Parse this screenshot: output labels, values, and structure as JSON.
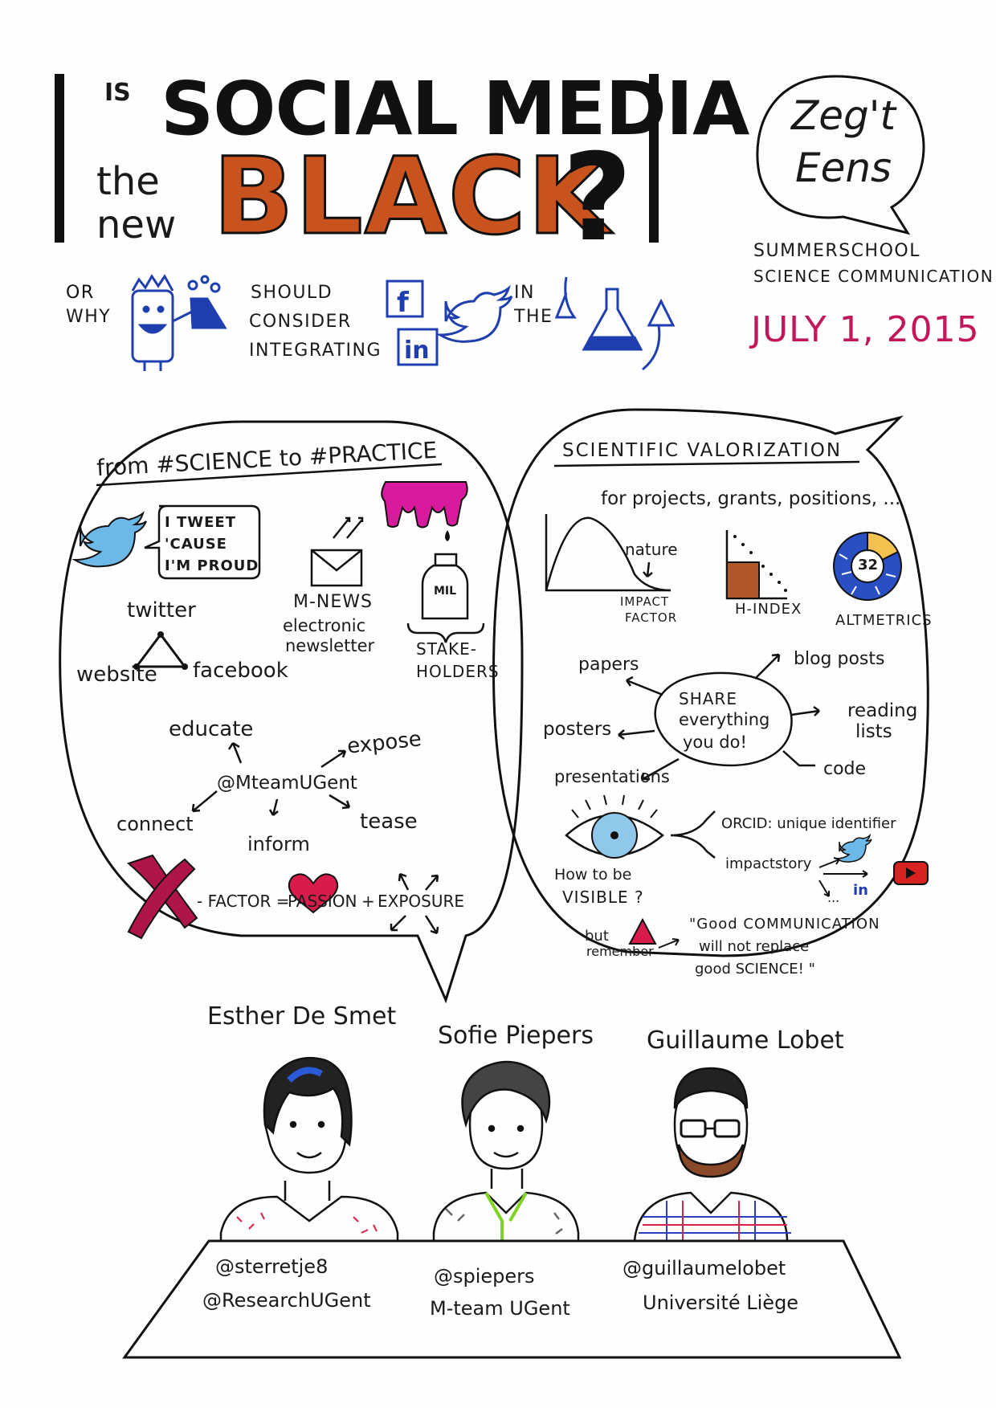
{
  "title": {
    "is": "IS",
    "social_media": "SOCIAL MEDIA",
    "the": "the",
    "new": "new",
    "black": "BLACK",
    "question": "?"
  },
  "subtitle": {
    "or": "OR",
    "why": "WHY",
    "should": "SHOULD",
    "consider": "CONSIDER",
    "integrating": "INTEGRATING",
    "in": "IN",
    "the": "THE"
  },
  "brand": {
    "logo_line1": "Zeg't",
    "logo_line2": "Eens",
    "event_line1": "SUMMERSCHOOL",
    "event_line2": "SCIENCE COMMUNICATION",
    "date": "JULY 1, 2015",
    "date_color": "#c2185b"
  },
  "left_bubble": {
    "heading": "from #SCIENCE to #PRACTICE",
    "tweet_text": [
      "I TWEET",
      "'CAUSE",
      "I'M PROUD"
    ],
    "twitter": "twitter",
    "website": "website",
    "facebook": "facebook",
    "mnews": "M-NEWS",
    "electronic": "electronic",
    "newsletter": "newsletter",
    "milk_label": "MIL",
    "stakeholders_1": "STAKE-",
    "stakeholders_2": "HOLDERS",
    "educate": "educate",
    "expose": "expose",
    "handle": "@MteamUGent",
    "connect": "connect",
    "inform": "inform",
    "tease": "tease",
    "x": "X",
    "factor_eq": "- FACTOR =",
    "passion": "PASSION",
    "plus": "+",
    "exposure": "EXPOSURE"
  },
  "right_bubble": {
    "heading": "SCIENTIFIC VALORIZATION",
    "for_line": "for projects, grants, positions, ...",
    "nature": "nature",
    "impact_1": "IMPACT",
    "impact_2": "FACTOR",
    "hindex": "H-INDEX",
    "altmetric_score": "32",
    "altmetrics": "ALTMETRICS",
    "share_1": "SHARE",
    "share_2": "everything",
    "share_3": "you do!",
    "papers": "papers",
    "blog_posts": "blog posts",
    "posters": "posters",
    "reading_1": "reading",
    "reading_2": "lists",
    "presentations": "presentations",
    "code": "code",
    "orcid": "ORCID: unique identifier",
    "impactstory": "impactstory",
    "ellipsis": "...",
    "in_logo": "in",
    "how_1": "How to be",
    "how_2": "VISIBLE ?",
    "but": "but",
    "remember": "remember",
    "quote_1": "\"Good COMMUNICATION",
    "quote_2": "will not replace",
    "quote_3": "good SCIENCE! \""
  },
  "speakers": [
    {
      "name": "Esther De Smet",
      "handle": "@sterretje8",
      "org": "@ResearchUGent"
    },
    {
      "name": "Sofie Piepers",
      "handle": "@spiepers",
      "org": "M-team UGent"
    },
    {
      "name": "Guillaume Lobet",
      "handle": "@guillaumelobet",
      "org": "Université Liège"
    }
  ],
  "icons": [
    "twitter-bird-icon",
    "facebook-icon",
    "linkedin-icon",
    "flask-icon",
    "envelope-icon",
    "milk-bottle-icon",
    "udder-icon",
    "eye-icon",
    "heart-icon",
    "youtube-icon",
    "altmetric-donut-icon"
  ],
  "colors": {
    "accent": "#c9531f",
    "blue": "#1f3fb0",
    "twitter": "#4aa3df",
    "magenta": "#c2185b"
  }
}
